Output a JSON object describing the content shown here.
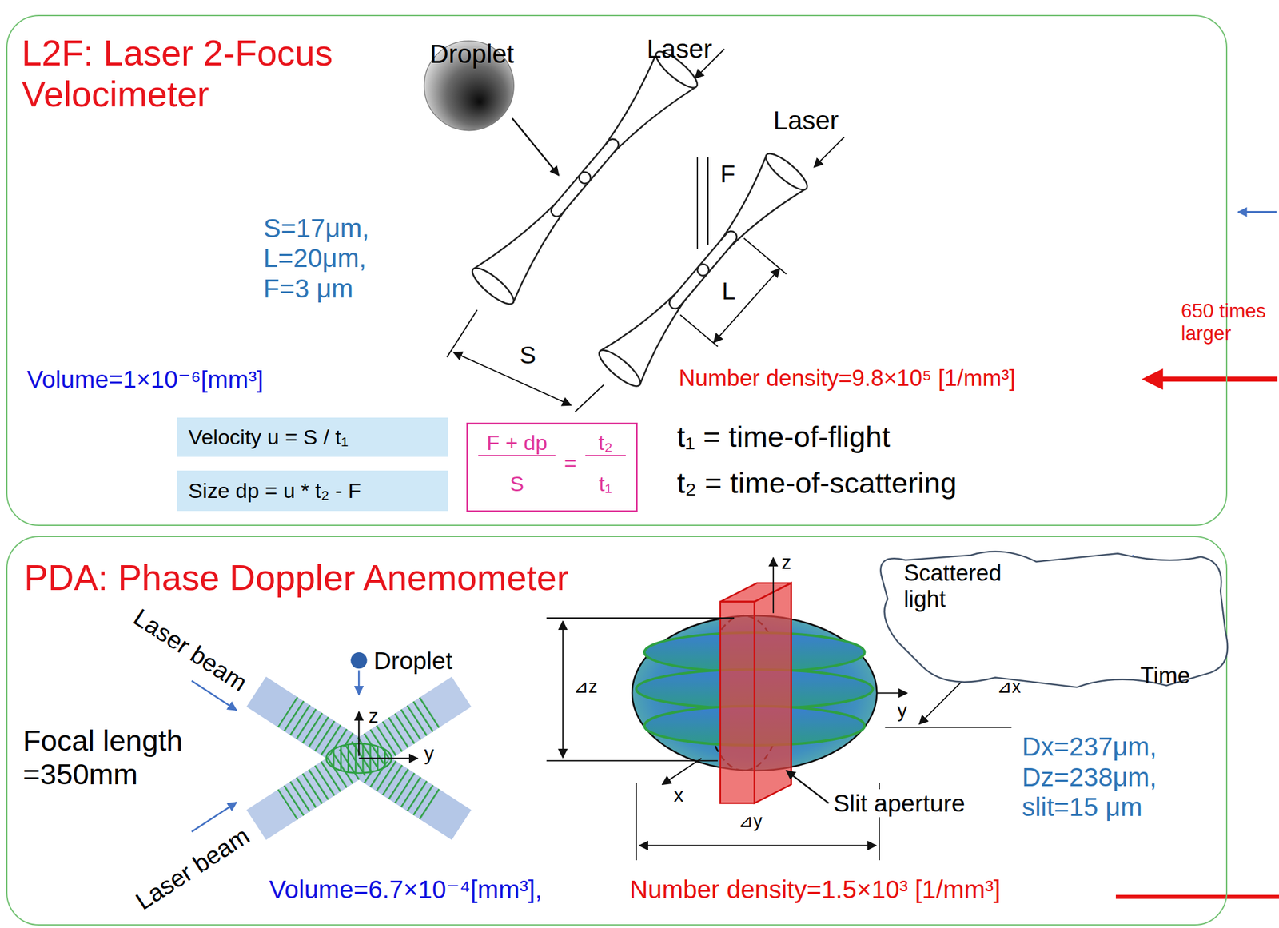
{
  "diagram": {
    "nodes": [
      {
        "text": [
          "L2F: Laser 2-Focus Velocimeter"
        ]
      },
      {
        "text": [
          "Velocity u = S / t₁"
        ],
        "in": 0
      },
      {
        "text": [
          "Size dp = u * t₂ - F"
        ],
        "in": 0
      },
      {
        "text": [
          "F + dp",
          "S",
          "=",
          "t₂",
          "t₁"
        ],
        "in": 0
      },
      {
        "text": [
          "PDA: Phase Doppler Anemometer"
        ]
      },
      {
        "text": [
          "Scattered light",
          "Time"
        ],
        "in": 4
      }
    ],
    "labels": [
      "Droplet",
      "Laser",
      "Laser",
      "F",
      "L",
      "S",
      "S=17μm, L=20μm, F=3 μm",
      "Volume=1×10⁻⁶[mm³]",
      "Number density=9.8×10⁵ [1/mm³]",
      "t₁ = time-of-flight",
      "t₂ = time-of-scattering",
      "650 times larger",
      "Laser beam",
      "Laser beam",
      "Droplet",
      "Focal length =350mm",
      "z",
      "y",
      "⊿z",
      "z",
      "y",
      "x",
      "⊿y",
      "⊿x",
      "Slit aperture",
      "Dx=237μm, Dz=238μm, slit=15 μm",
      "Volume=6.7×10⁻⁴[mm³],",
      "Number density=1.5×10³ [1/mm³]"
    ]
  }
}
